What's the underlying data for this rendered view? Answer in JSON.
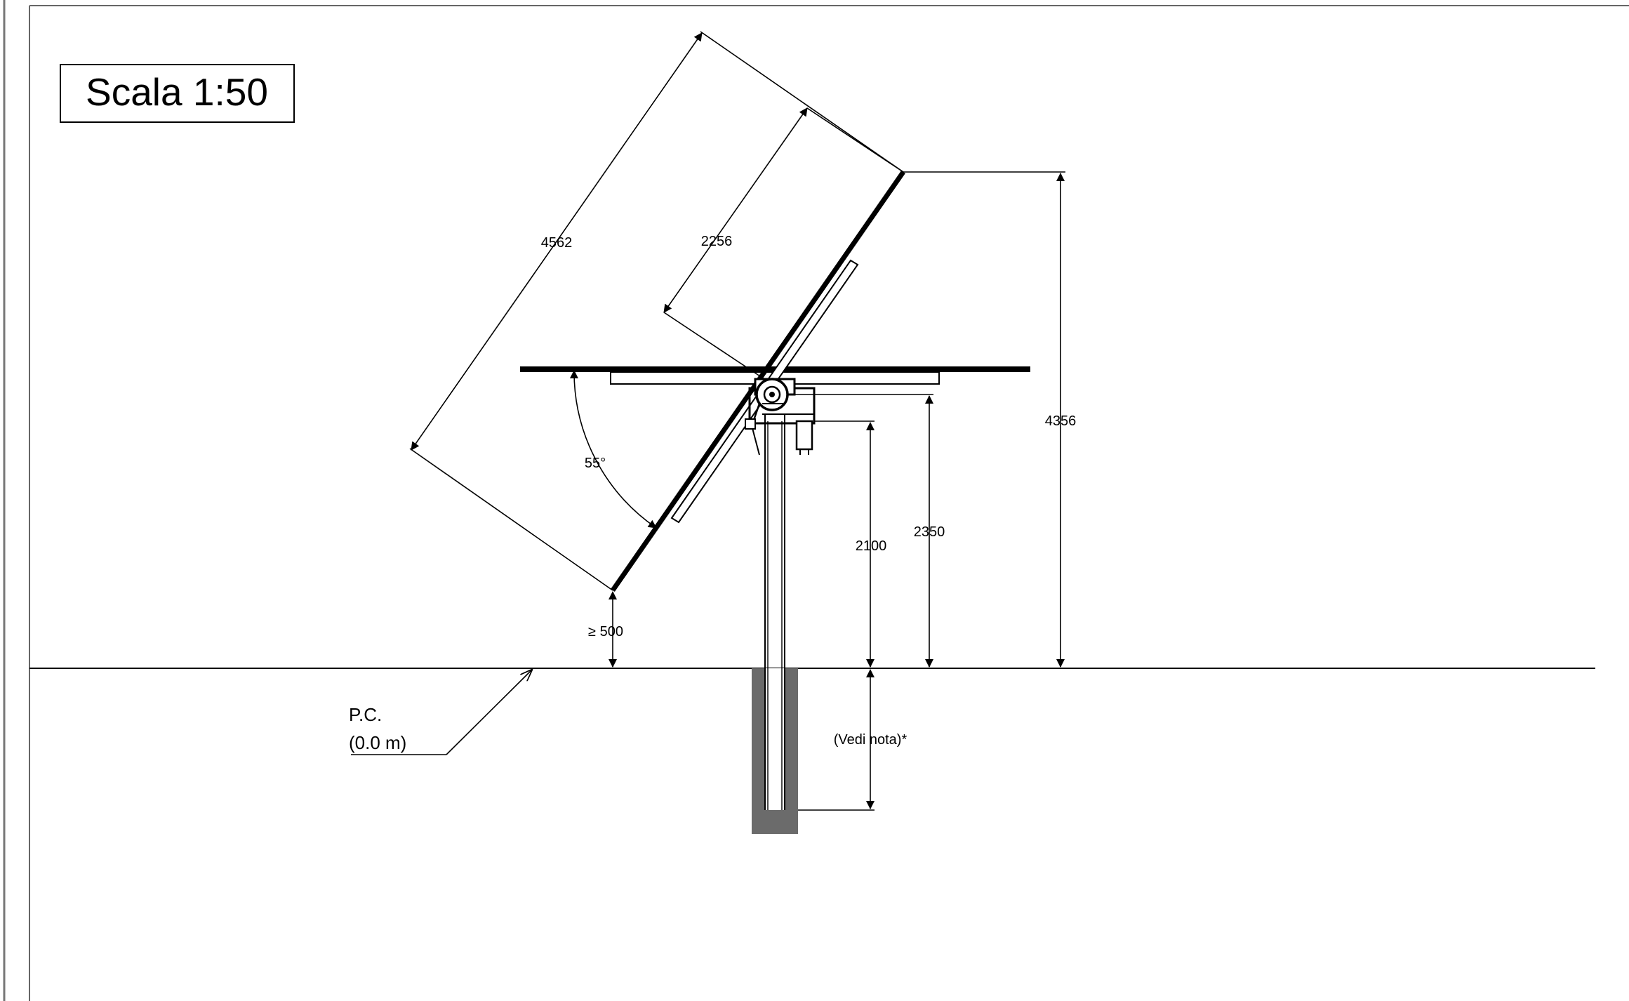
{
  "scale_label": "Scala 1:50",
  "dimensions": {
    "panel_length": "4562",
    "axis_offset": "2256",
    "total_height": "4356",
    "axis_height": "2350",
    "pile_top_height": "2100",
    "min_clearance": "≥ 500",
    "tilt_angle": "55°",
    "embedment": "(Vedi nota)*"
  },
  "ground_reference": {
    "line1": "P.C.",
    "line2": "(0.0 m)"
  },
  "colors": {
    "line": "#000000",
    "foundation": "#6b6b6b",
    "frame": "#555555",
    "background": "#ffffff"
  }
}
